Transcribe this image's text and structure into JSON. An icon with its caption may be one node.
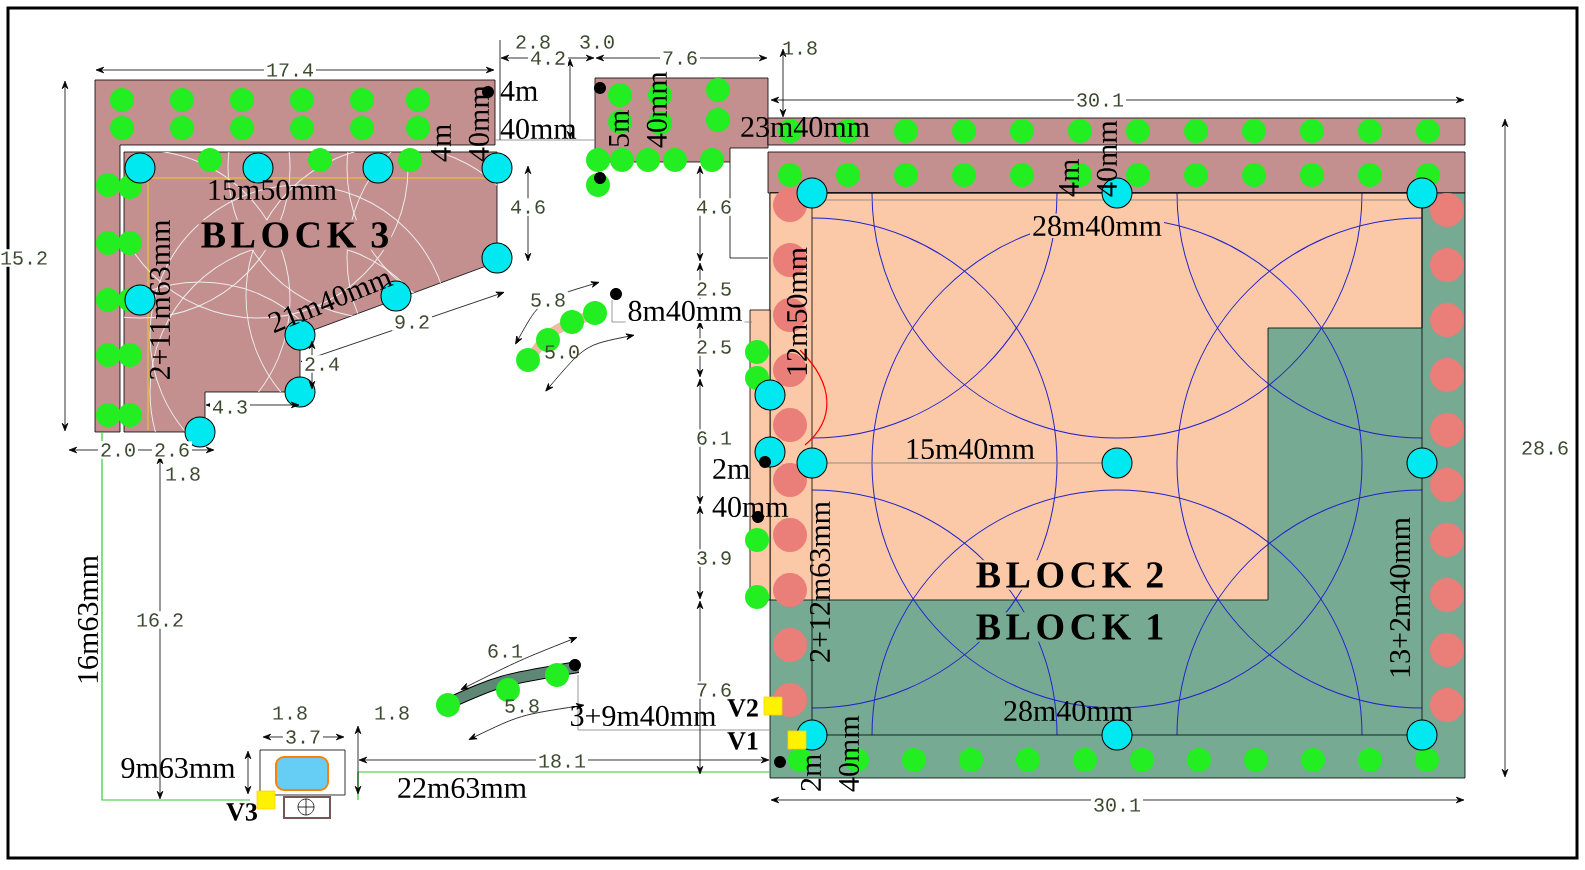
{
  "diagram": {
    "nodes": [
      {
        "text": [
          "BLOCK 3"
        ]
      },
      {
        "text": [
          "BLOCK 2"
        ]
      },
      {
        "text": [
          "BLOCK 1"
        ]
      }
    ],
    "labels": [
      "2.8",
      "3.0",
      "1.8",
      "4.2",
      "7.6",
      "17.4",
      "4m 40mm",
      "4m 40mm",
      "5m 40mm",
      "30.1",
      "23m40mm",
      "4m 40mm",
      "15m50mm",
      "4.6",
      "4.6",
      "28m40mm",
      "15.2",
      "2+11m63mm",
      "21m40mm",
      "5.8",
      "2.5",
      "8m40mm",
      "12m50mm",
      "9.2",
      "5.0",
      "2.5",
      "2.4",
      "4.3",
      "6.1",
      "28.6",
      "15m40mm",
      "2.0",
      "2.6",
      "1.8",
      "2m 40mm",
      "3.9",
      "2+12m63mm",
      "13+2m40mm",
      "16.2",
      "16m63mm",
      "6.1",
      "7.6",
      "5.8",
      "V2",
      "28m40mm",
      "1.8",
      "1.8",
      "3+9m40mm",
      "3.7",
      "V1",
      "2m 40mm",
      "18.1",
      "9m63mm",
      "22m63mm",
      "V3",
      "30.1"
    ]
  }
}
